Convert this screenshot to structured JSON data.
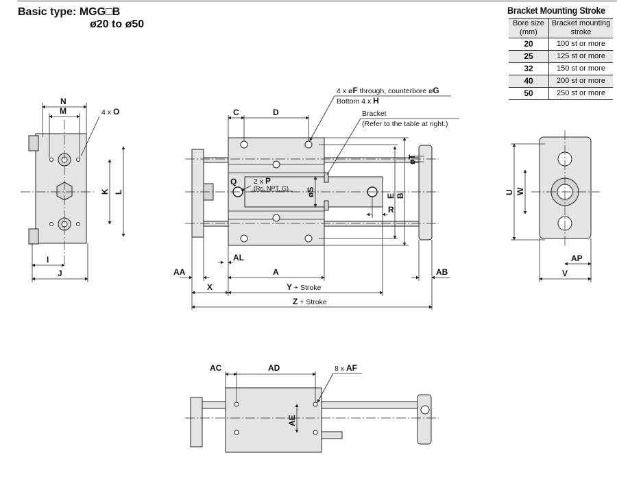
{
  "header": {
    "title": "Basic type: MGG□B",
    "subtitle": "ø20 to ø50"
  },
  "bracket_table": {
    "title": "Bracket Mounting Stroke",
    "columns": [
      "Bore size (mm)",
      "Bracket mounting stroke"
    ],
    "rows": [
      {
        "bore": "20",
        "stroke": "100 st or more"
      },
      {
        "bore": "25",
        "stroke": "125 st or more"
      },
      {
        "bore": "32",
        "stroke": "150 st or more"
      },
      {
        "bore": "40",
        "stroke": "200 st or more"
      },
      {
        "bore": "50",
        "stroke": "250 st or more"
      }
    ]
  },
  "left_view": {
    "N": "N",
    "M": "M",
    "O_count": "4 x ",
    "O": "O",
    "K": "K",
    "L": "L",
    "I": "I",
    "J": "J"
  },
  "side_view": {
    "callout_holes_prefix": "4 x ø",
    "callout_holes_F": "F",
    "callout_holes_mid": " through, counterbore ø",
    "callout_holes_G": "G",
    "callout_bottom_prefix": "Bottom 4 x ",
    "callout_bottom_H": "H",
    "bracket": "Bracket",
    "bracket_note": "(Refer to the table at right.)",
    "C": "C",
    "D": "D",
    "Q": "Q",
    "port_prefix": "2 x ",
    "port_P": "P",
    "port_types": "(Rc, NPT, G)",
    "S": "øS",
    "E": "E",
    "B": "B",
    "R": "R",
    "T": "øT",
    "AL": "AL",
    "AA": "AA",
    "A": "A",
    "AB": "AB",
    "X": "X",
    "Y": "Y",
    "Z": "Z",
    "stroke_suffix": " + Stroke"
  },
  "right_view": {
    "U": "U",
    "W": "W",
    "AP": "AP",
    "V": "V"
  },
  "bottom_view": {
    "AC": "AC",
    "AD": "AD",
    "AF_prefix": "8 x ",
    "AF": "AF",
    "AE": "AE"
  }
}
